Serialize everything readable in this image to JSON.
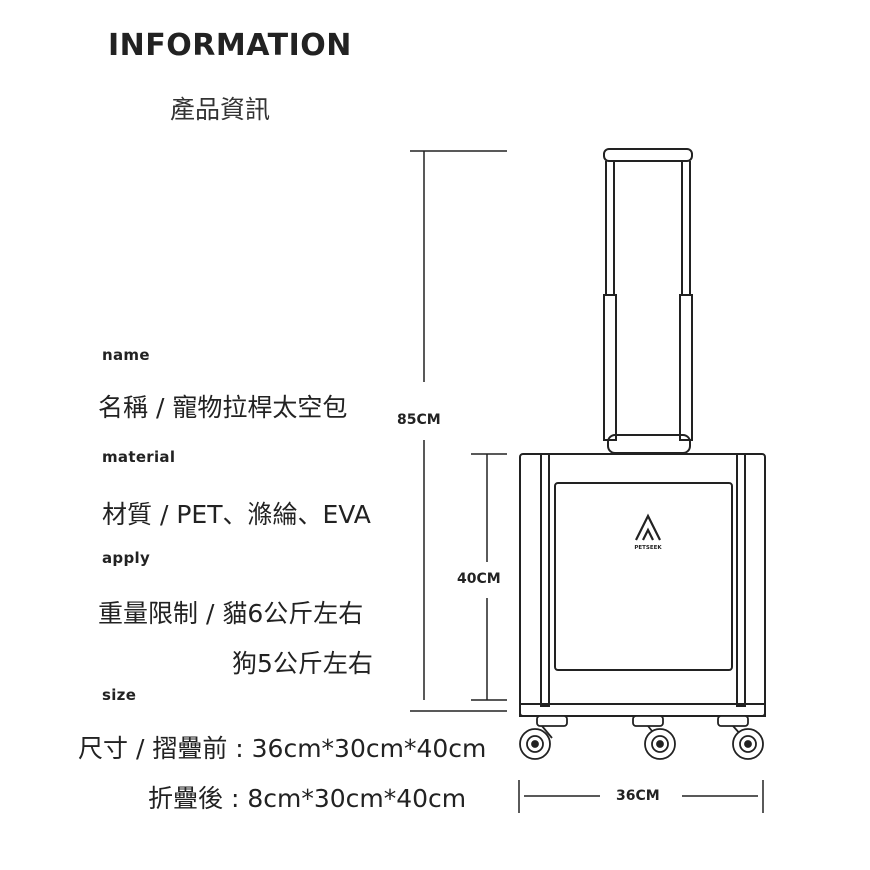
{
  "header": {
    "title": "INFORMATION",
    "subtitle": "產品資訊"
  },
  "specs": {
    "name_label": "name",
    "name_value": "名稱 / 寵物拉桿太空包",
    "material_label": "material",
    "material_value": "材質 / PET、滌綸、EVA",
    "apply_label": "apply",
    "apply_value_1": "重量限制 / 貓6公斤左右",
    "apply_value_2": "狗5公斤左右",
    "size_label": "size",
    "size_value_1": "尺寸 / 摺疊前 : 36cm*30cm*40cm",
    "size_value_2": "折疊後 : 8cm*30cm*40cm"
  },
  "dimensions": {
    "total_height": "85CM",
    "body_height": "40CM",
    "width": "36CM"
  },
  "product": {
    "brand": "PETSEEK",
    "logo_icon": "triangle-logo-icon",
    "line_color": "#222222"
  }
}
